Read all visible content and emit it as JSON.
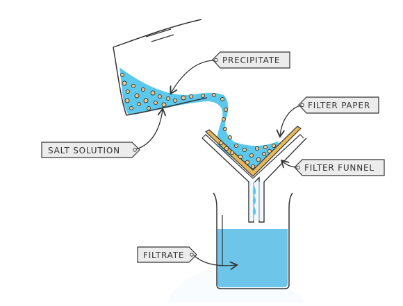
{
  "labels": {
    "precipitate": "PRECIPITATE",
    "filter_paper": "FILTER PAPER",
    "salt_solution": "SALT SOLUTION",
    "filter_funnel": "FILTER FUNNEL",
    "filtrate": "FILTRATE"
  },
  "colors": {
    "solution": "#5bc8ec",
    "filtrate": "#6dc6ea",
    "particles": "#f3c98b",
    "filter_paper": "#e9b85a",
    "outline": "#333333",
    "tag_fill": "#ececec"
  },
  "icons": {
    "tag": "label-tag-icon",
    "arrow": "pointer-arrow-icon"
  }
}
